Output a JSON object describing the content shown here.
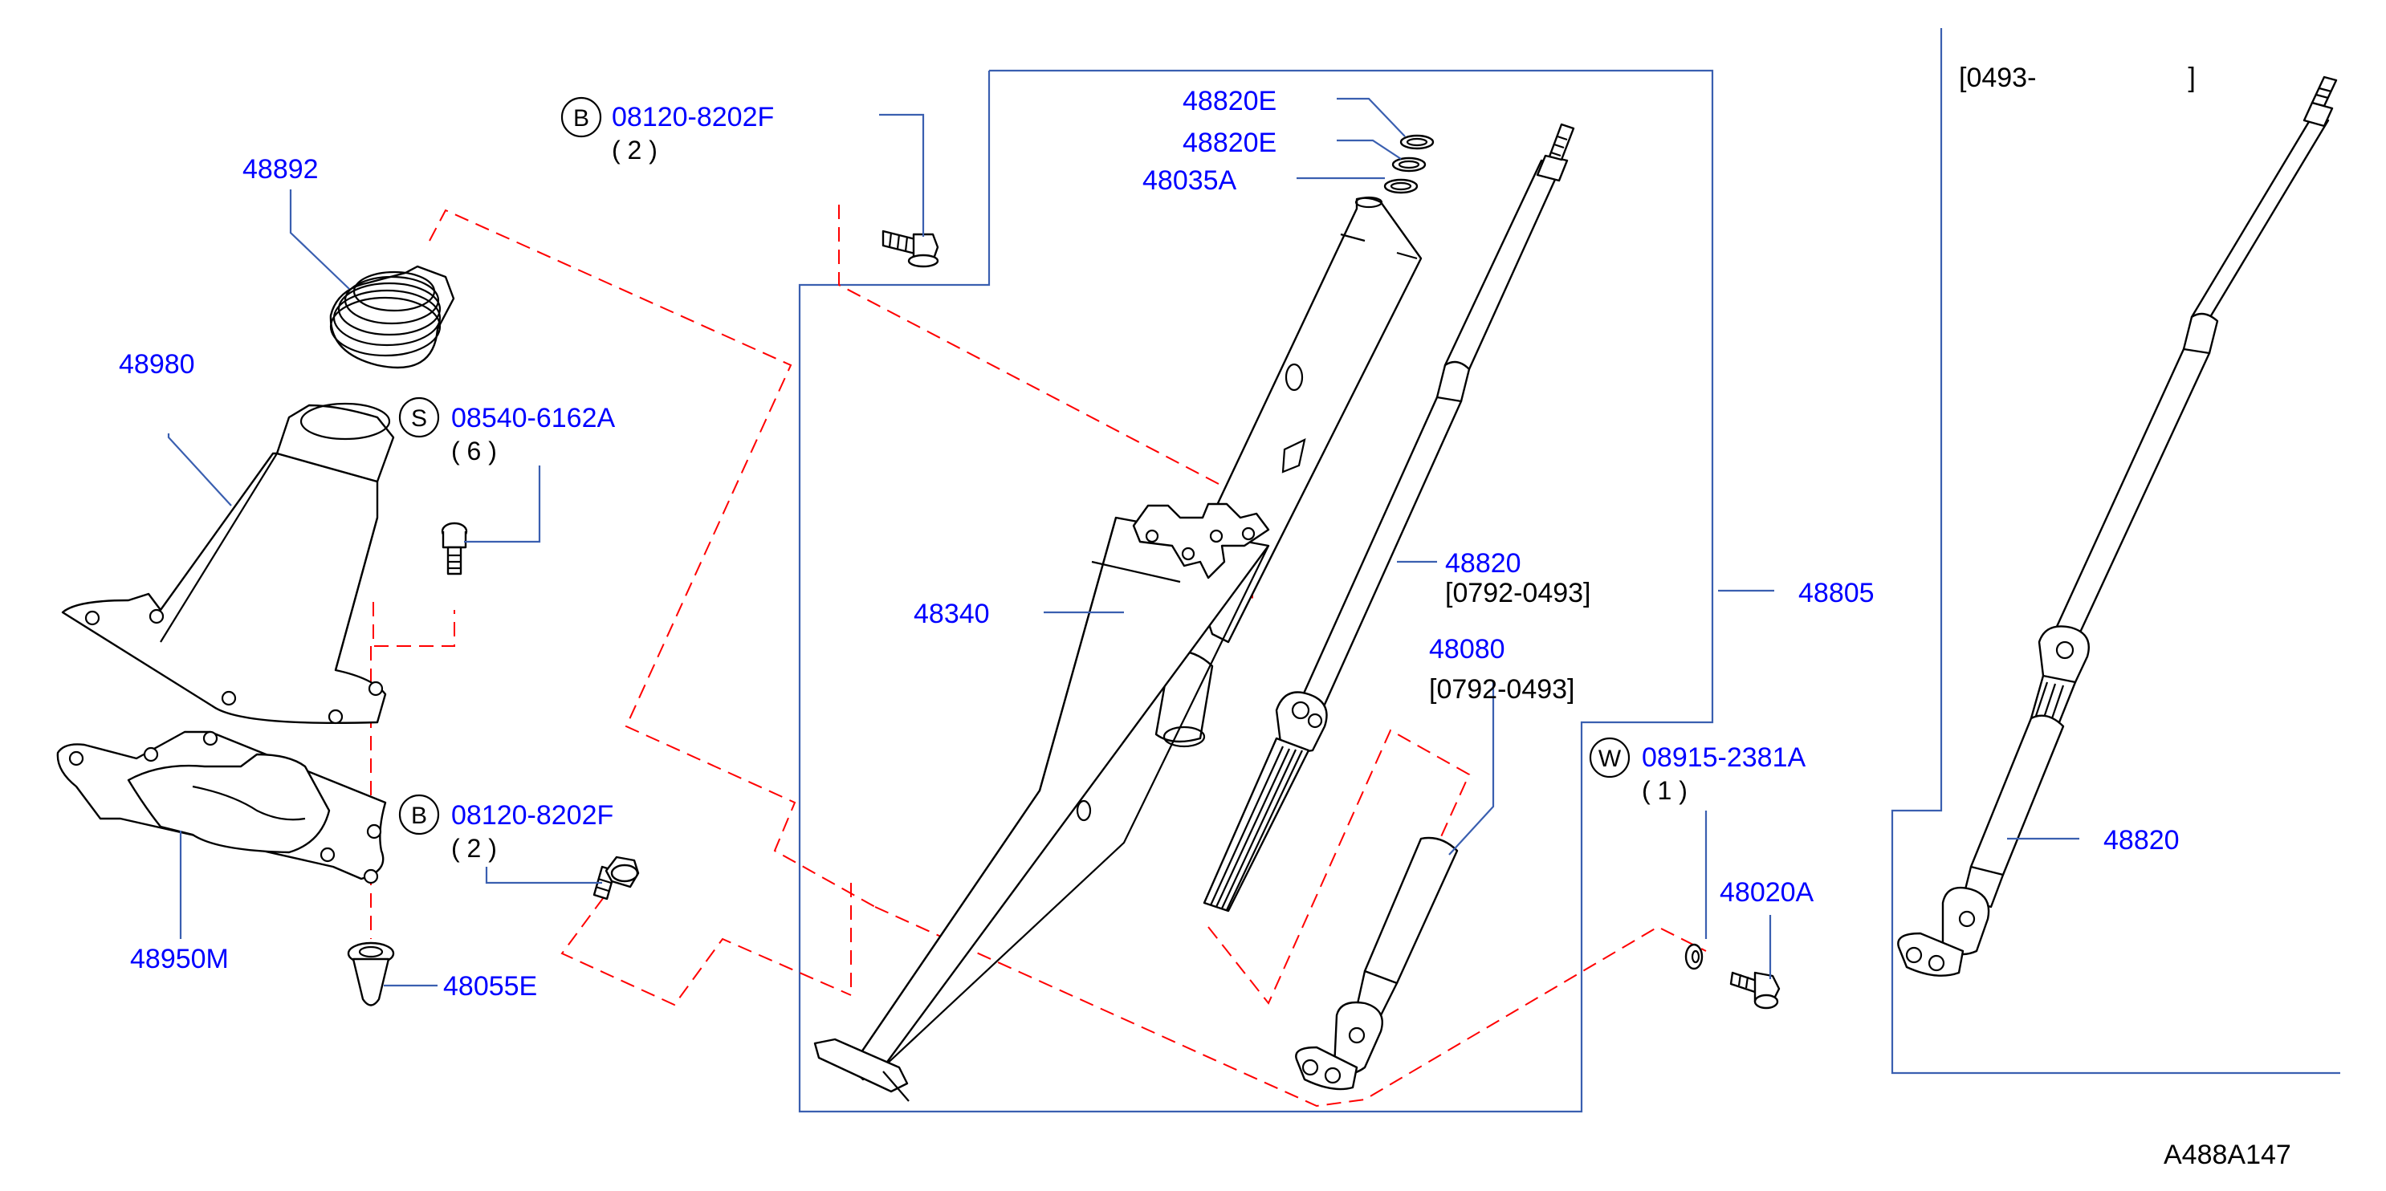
{
  "diagram": {
    "code": "A488A147",
    "range_note": "[0493-                    ]",
    "parts": {
      "p48892": "48892",
      "p48980": "48980",
      "p48950M": "48950M",
      "p48055E": "48055E",
      "p48340": "48340",
      "p48820E_a": "48820E",
      "p48820E_b": "48820E",
      "p48035A": "48035A",
      "p48820": "48820",
      "p48820_note": "[0792-0493]",
      "p48080": "48080",
      "p48080_note": "[0792-0493]",
      "p48805": "48805",
      "p48020A": "48020A",
      "p48820_right": "48820"
    },
    "bolts": {
      "b1": {
        "badge": "B",
        "part": "08120-8202F",
        "qty": "( 2 )"
      },
      "s1": {
        "badge": "S",
        "part": "08540-6162A",
        "qty": "( 6 )"
      },
      "b2": {
        "badge": "B",
        "part": "08120-8202F",
        "qty": "( 2 )"
      },
      "w1": {
        "badge": "W",
        "part": "08915-2381A",
        "qty": "( 1 )"
      }
    },
    "colors": {
      "label": "#0000ff",
      "frame": "#3a5fb0",
      "dashed": "#ff0000",
      "line": "#000000"
    }
  }
}
